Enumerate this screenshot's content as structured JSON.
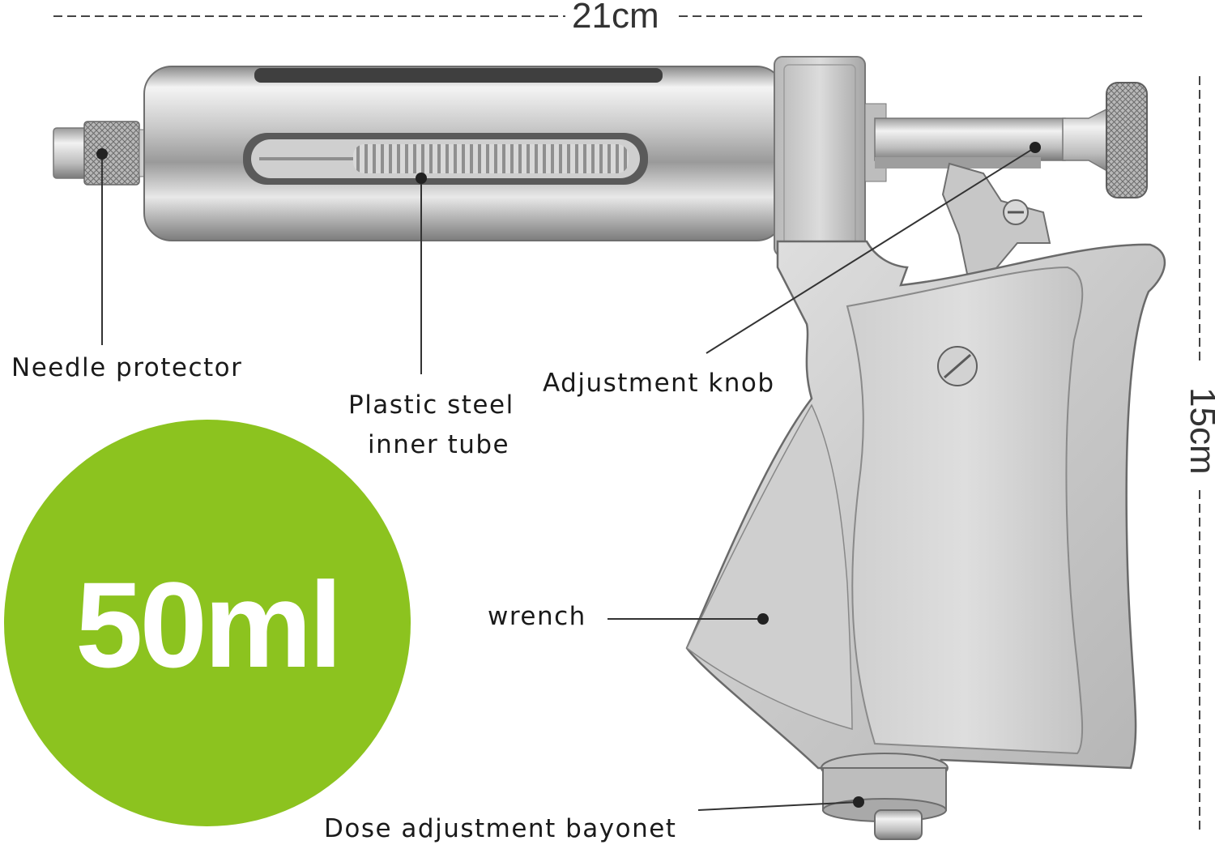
{
  "dimensions": {
    "length": "21cm",
    "height": "15cm"
  },
  "capacity": {
    "text": "50ml",
    "color": "#8cc31f"
  },
  "labels": {
    "needle_protector": "Needle protector",
    "inner_tube_line1": "Plastic steel",
    "inner_tube_line2": "inner tube",
    "adjustment_knob": "Adjustment knob",
    "wrench": "wrench",
    "dose_bayonet": "Dose adjustment bayonet"
  }
}
